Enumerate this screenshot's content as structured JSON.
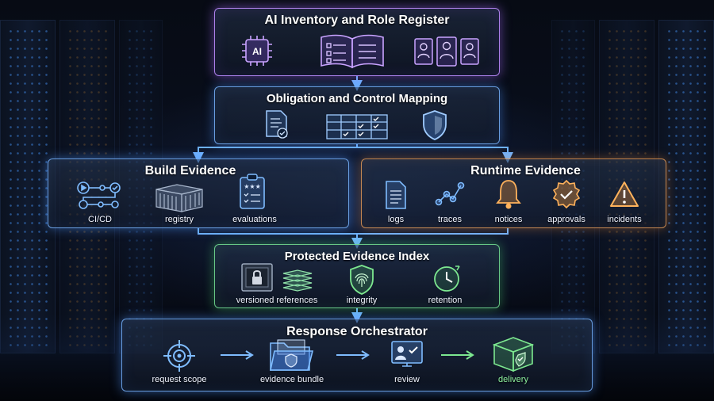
{
  "inventory": {
    "title": "AI Inventory and Role Register",
    "chip_text": "AI",
    "icons": [
      "ai-chip-icon",
      "open-book-icon",
      "role-cards-icon"
    ]
  },
  "mapping": {
    "title": "Obligation and Control Mapping",
    "icons": [
      "document-check-icon",
      "control-grid-icon",
      "shield-icon"
    ]
  },
  "build": {
    "title": "Build Evidence",
    "items": [
      "CI/CD",
      "registry",
      "evaluations"
    ]
  },
  "runtime": {
    "title": "Runtime Evidence",
    "items": [
      "logs",
      "traces",
      "notices",
      "approvals",
      "incidents"
    ]
  },
  "index": {
    "title": "Protected Evidence Index",
    "items": [
      "versioned references",
      "integrity",
      "retention"
    ]
  },
  "orchestrator": {
    "title": "Response Orchestrator",
    "items": [
      "request scope",
      "evidence bundle",
      "review",
      "delivery"
    ]
  },
  "colors": {
    "purple": "#b58cff",
    "blue": "#6fb2ff",
    "orange": "#ffab5a",
    "green": "#7de890"
  }
}
